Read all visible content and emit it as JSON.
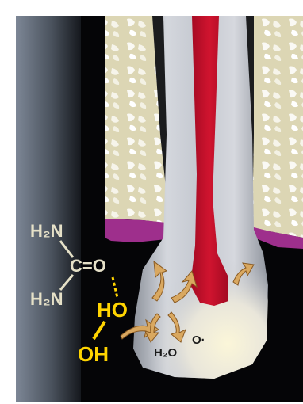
{
  "labels": {
    "h2n_top": "H₂N",
    "carbonyl": "C=O",
    "h2n_bottom": "H₂N",
    "ho": "HO",
    "oh": "OH",
    "water": "H₂O",
    "oxygen_radical": "O·"
  },
  "colors": {
    "background": "#050507",
    "bone": "#dcd6b4",
    "gingiva": "#9e2f8c",
    "dentin": "#c9ccd3",
    "pulp": "#c8102e",
    "enamel_highlight": "#f4ecc6",
    "peroxide_text": "#ffd400",
    "urea_text": "#e6e1c8",
    "arrow": "#d9a860"
  },
  "icons": [
    "reaction-arrow-icon"
  ]
}
